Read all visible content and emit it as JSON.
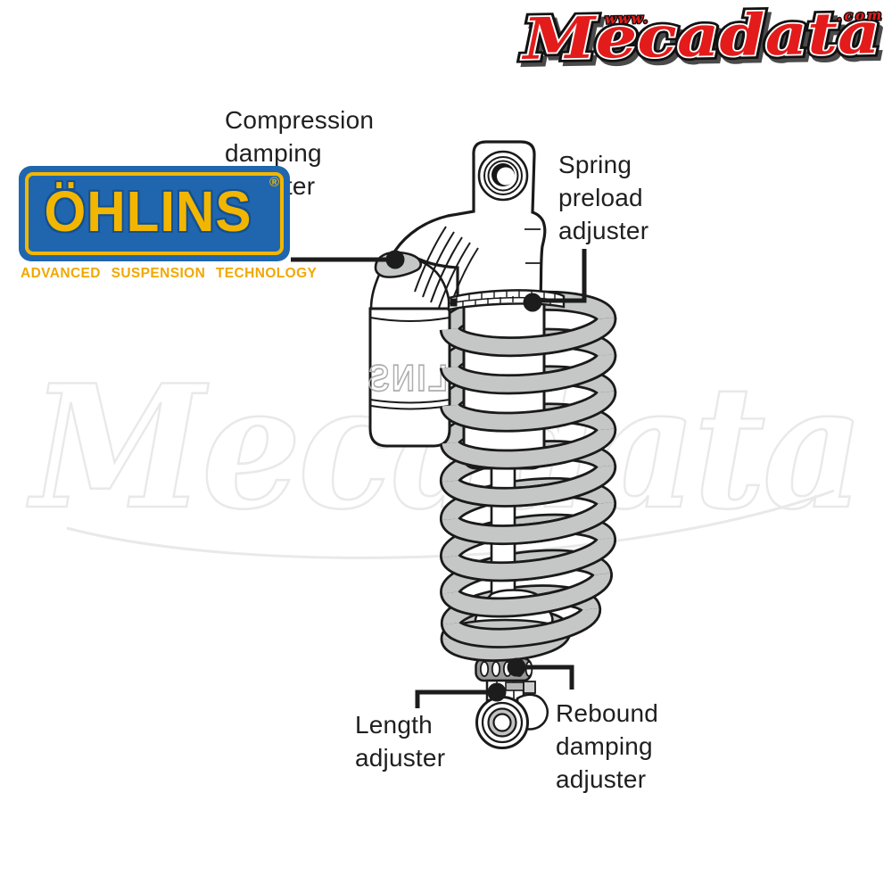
{
  "site_logo": {
    "www": "www.",
    "name": "Mecadata",
    "com": ".com",
    "color_red": "#e31b1b"
  },
  "watermark": {
    "text": "Mecadata"
  },
  "brand_logo": {
    "name": "ÖHLINS",
    "registered": "®",
    "tagline": "ADVANCED SUSPENSION TECHNOLOGY",
    "color_blue": "#2066ae",
    "color_yellow": "#f2b600"
  },
  "diagram": {
    "subject": "rear shock absorber",
    "reservoir_print": "LINS",
    "labels": {
      "compression": "Compression\ndamping\nadjuster",
      "spring_preload": "Spring\npreload\nadjuster",
      "length": "Length\nadjuster",
      "rebound": "Rebound\ndamping\nadjuster"
    }
  }
}
